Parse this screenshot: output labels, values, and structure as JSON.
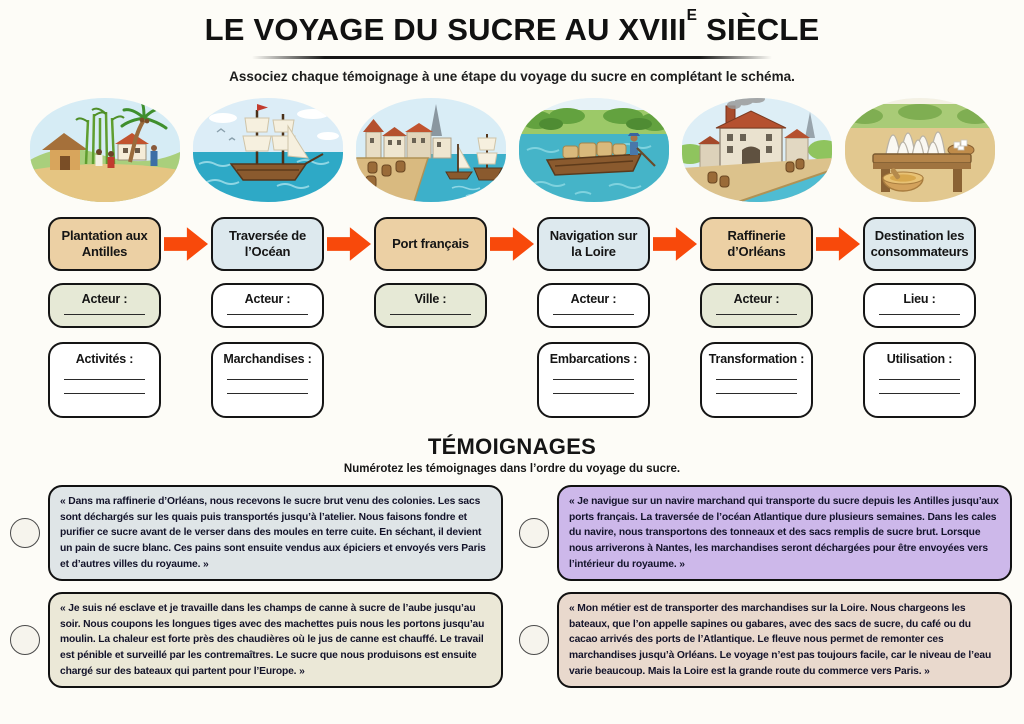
{
  "header": {
    "title_main": "LE VOYAGE DU SUCRE AU XVIII",
    "title_sup": "E",
    "title_tail": "SIÈCLE",
    "subtitle": "Associez chaque témoignage à une étape du voyage du sucre en complétant le schéma."
  },
  "colors": {
    "page_bg": "#fdfcf7",
    "arrow_orange": "#f8490b",
    "stage_tan": "#ecd0a4",
    "stage_blue": "#dde9ee",
    "field_green": "#e6e9d6",
    "field_white": "#ffffff",
    "temoignage_1_bg": "#dfe5e7",
    "temoignage_2_bg": "#cdb8ea",
    "temoignage_3_bg": "#ebe8d7",
    "temoignage_4_bg": "#e9d9cd"
  },
  "stages": [
    {
      "label": "Plantation aux Antilles",
      "illustration": "plantation-illustration",
      "field1_label": "Acteur :",
      "field2_label": "Activités :"
    },
    {
      "label": "Traversée de l’Océan",
      "illustration": "ocean-ship-illustration",
      "field1_label": "Acteur :",
      "field2_label": "Marchandises :"
    },
    {
      "label": "Port français",
      "illustration": "french-port-illustration",
      "field1_label": "Ville :",
      "field2_label": null
    },
    {
      "label": "Navigation sur la Loire",
      "illustration": "loire-barge-illustration",
      "field1_label": "Acteur :",
      "field2_label": "Embarcations :"
    },
    {
      "label": "Raffinerie d’Orléans",
      "illustration": "refinery-illustration",
      "field1_label": "Acteur :",
      "field2_label": "Transformation :"
    },
    {
      "label": "Destination les consommateurs",
      "illustration": "sugar-loaves-illustration",
      "field1_label": "Lieu :",
      "field2_label": "Utilisation :"
    }
  ],
  "temoignages": {
    "heading": "TÉMOIGNAGES",
    "instruction": "Numérotez les témoignages dans l’ordre du voyage du sucre.",
    "items": [
      {
        "text": "« Dans ma raffinerie d’Orléans, nous recevons le sucre brut venu des colonies. Les sacs sont déchargés sur les quais puis transportés jusqu’à l’atelier. Nous faisons fondre et purifier ce sucre avant de le verser dans des moules en terre cuite. En séchant, il devient un pain de sucre blanc. Ces pains sont ensuite vendus aux épiciers et envoyés vers Paris et d’autres villes du royaume. »"
      },
      {
        "text": "« Je navigue sur un navire marchand qui transporte du sucre depuis les Antilles jusqu’aux ports français. La traversée de l’océan Atlantique dure plusieurs semaines. Dans les cales du navire, nous transportons des tonneaux et des sacs remplis de sucre brut. Lorsque nous arriverons à Nantes, les marchandises seront déchargées pour être envoyées vers l’intérieur du royaume. »"
      },
      {
        "text": "« Je suis né esclave et je travaille dans les champs de canne à sucre de l’aube jusqu’au soir. Nous coupons les longues tiges avec des machettes puis nous les portons jusqu’au moulin. La chaleur est forte près des chaudières où le jus de canne est chauffé. Le travail est pénible et surveillé par les contremaîtres. Le sucre que nous produisons est ensuite chargé sur des bateaux qui partent pour l’Europe. »"
      },
      {
        "text": "« Mon métier est de transporter des marchandises sur la Loire. Nous chargeons les bateaux, que l’on appelle sapines ou gabares, avec des sacs de sucre, du café ou du cacao arrivés des ports de l’Atlantique. Le fleuve nous permet de remonter ces marchandises jusqu’à Orléans. Le voyage n’est pas toujours facile, car le niveau de l’eau varie beaucoup. Mais la Loire est la grande route du commerce vers Paris. »"
      }
    ]
  }
}
